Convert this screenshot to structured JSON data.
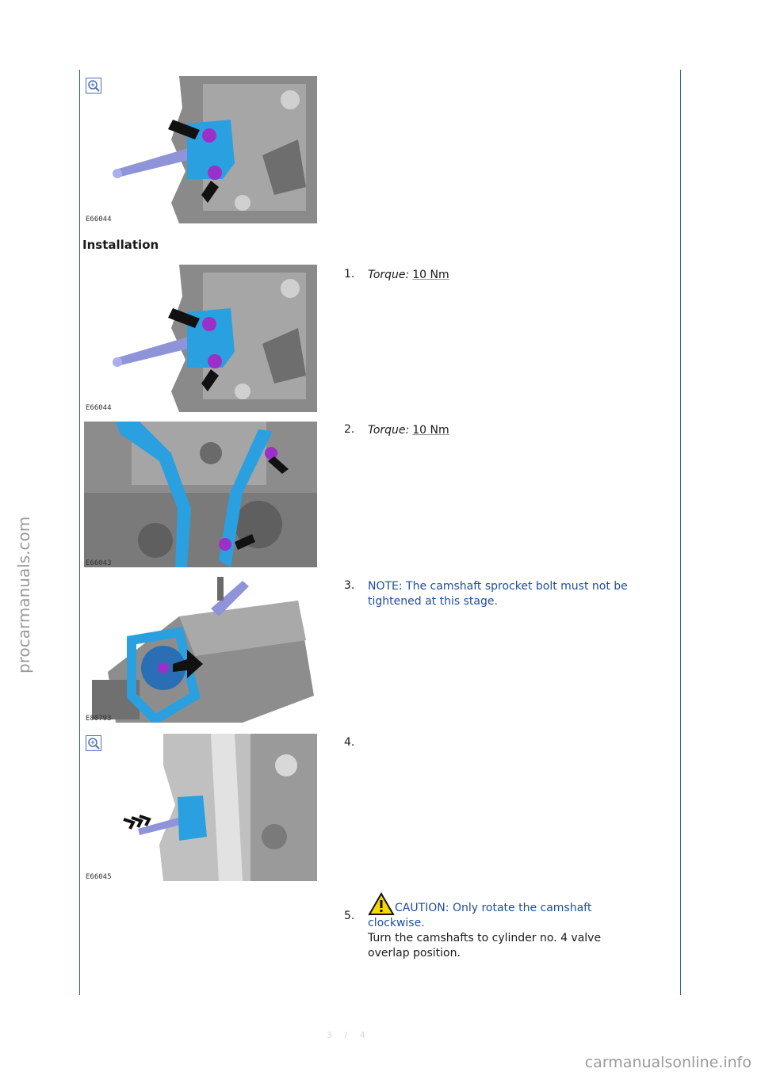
{
  "section": {
    "heading": "Installation"
  },
  "images": [
    {
      "code": "E66044"
    },
    {
      "code": "E66044"
    },
    {
      "code": "E66043"
    },
    {
      "code": "E80793"
    },
    {
      "code": "E66045"
    }
  ],
  "steps": [
    {
      "number": "1.",
      "torque_label": "Torque:",
      "torque_value": "10 Nm"
    },
    {
      "number": "2.",
      "torque_label": "Torque:",
      "torque_value": "10 Nm"
    },
    {
      "number": "3.",
      "note": "NOTE: The camshaft sprocket bolt must not be tightened at this stage."
    },
    {
      "number": "4."
    },
    {
      "number": "5.",
      "caution": "CAUTION: Only rotate the camshaft clockwise.",
      "text": "Turn the camshafts to cylinder no. 4 valve overlap position."
    }
  ],
  "page_mark": "3 / 4",
  "watermarks": {
    "side": "procarmanuals.com",
    "bottom": "carmanualsonline.info"
  },
  "icons": {
    "zoom": "zoom-magnify-icon",
    "caution": "caution-triangle-icon"
  },
  "colors": {
    "rule": "#2a5caa",
    "note": "#1f4e9c",
    "part_highlight": "#2aa0e0",
    "bolt": "#9b30c8"
  }
}
